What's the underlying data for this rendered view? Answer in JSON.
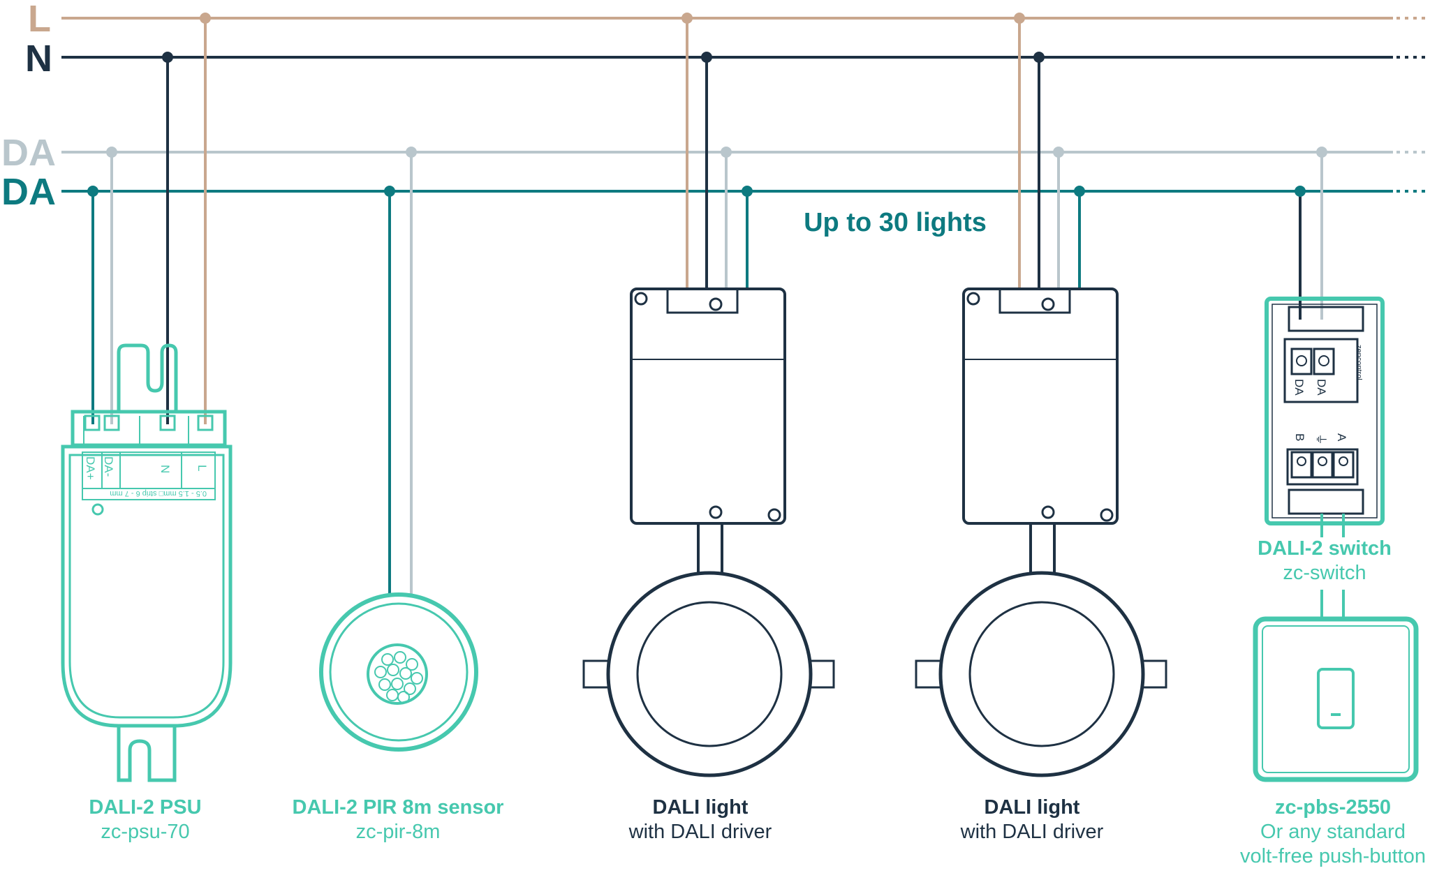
{
  "colors": {
    "live": "#c9a78e",
    "neutral": "#1e3143",
    "da_light": "#b9c6cc",
    "da_dark": "#0d7a80",
    "device": "#46c8ae",
    "outline": "#1e3143",
    "heading": "#0d7a80"
  },
  "bus": {
    "l_label": "L",
    "n_label": "N",
    "da1_label": "DA",
    "da2_label": "DA"
  },
  "annotation": "Up to 30 lights",
  "psu": {
    "title": "DALI-2 PSU",
    "model": "zc-psu-70",
    "terminals": {
      "da_plus": "DA+",
      "da_minus": "DA-",
      "n": "N",
      "l": "L",
      "spec": "0.5 - 1.5 mm□ strip 6 - 7 mm"
    }
  },
  "sensor": {
    "title": "DALI-2 PIR 8m sensor",
    "model": "zc-pir-8m"
  },
  "light1": {
    "title": "DALI light",
    "subtitle": "with DALI driver"
  },
  "light2": {
    "title": "DALI light",
    "subtitle": "with DALI driver"
  },
  "switch": {
    "title": "DALI-2 switch",
    "model": "zc-switch",
    "brand": "zencontrol",
    "terminals": {
      "da1": "DA",
      "da2": "DA",
      "b": "B",
      "gnd": "⏚",
      "a": "A"
    }
  },
  "pushbutton": {
    "title": "zc-pbs-2550",
    "line1": "Or any standard",
    "line2": "volt-free push-button"
  }
}
